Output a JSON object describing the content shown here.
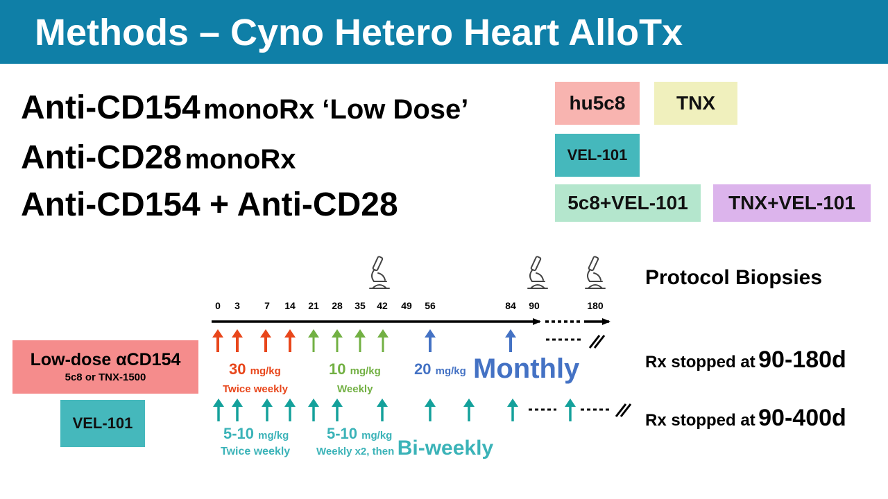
{
  "header": {
    "title": "Methods – Cyno Hetero Heart AlloTx"
  },
  "regimens": {
    "line1_main": "Anti-CD154",
    "line1_rest": "monoRx ‘Low Dose’",
    "line2_main": "Anti-CD28",
    "line2_rest": "monoRx",
    "line3": "Anti-CD154 + Anti-CD28"
  },
  "legend": {
    "hu5c8": {
      "label": "hu5c8",
      "color": "#f8b4b0"
    },
    "tnx": {
      "label": "TNX",
      "color": "#f0f0bd"
    },
    "vel101": {
      "label": "VEL-101",
      "color": "#45b8bc"
    },
    "combo_5c8": {
      "label": "5c8+VEL-101",
      "color": "#b4e6cd"
    },
    "combo_tnx": {
      "label": "TNX+VEL-101",
      "color": "#dcb4ec"
    }
  },
  "timeline": {
    "days": [
      "0",
      "3",
      "7",
      "14",
      "21",
      "28",
      "35",
      "42",
      "49",
      "56",
      "84",
      "90",
      "180"
    ],
    "biopsy_label": "Protocol Biopsies"
  },
  "cd154_arm": {
    "box_title": "Low-dose αCD154",
    "box_subtitle": "5c8 or TNX-1500",
    "box_color": "#f58c8c",
    "dose1_value": "30",
    "dose1_unit": "mg/kg",
    "dose1_freq": "Twice weekly",
    "dose1_color": "#e8461b",
    "dose2_value": "10",
    "dose2_unit": "mg/kg",
    "dose2_freq": "Weekly",
    "dose2_color": "#72b043",
    "dose3_value": "20",
    "dose3_unit": "mg/kg",
    "dose3_freq": "Monthly",
    "dose3_color": "#4472c4",
    "stopped_label": "Rx stopped at",
    "stopped_value": "90-180d"
  },
  "vel_arm": {
    "box_title": "VEL-101",
    "box_color": "#45b8bc",
    "dose1_value": "5-10",
    "dose1_unit": "mg/kg",
    "dose1_freq": "Twice weekly",
    "dose2_value": "5-10",
    "dose2_unit": "mg/kg",
    "dose2_freq_prefix": "Weekly x2, then",
    "dose2_freq_main": "Bi-weekly",
    "arrow_color": "#14a19b",
    "text_color": "#3bb3b8",
    "stopped_label": "Rx stopped at",
    "stopped_value": "90-400d"
  }
}
